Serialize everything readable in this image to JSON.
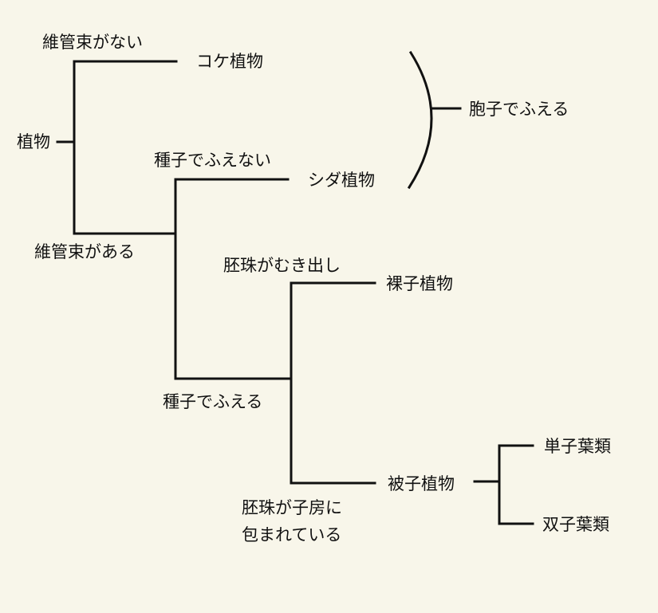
{
  "diagram": {
    "root": "植物",
    "conditions": {
      "no_vascular": "維管束がない",
      "vascular": "維管束がある",
      "no_seed": "種子でふえない",
      "seed": "種子でふえる",
      "ovule_exposed": "胚珠がむき出し",
      "ovule_enclosed_line1": "胚珠が子房に",
      "ovule_enclosed_line2": "包まれている"
    },
    "groups": {
      "moss": "コケ植物",
      "fern": "シダ植物",
      "gymnosperm": "裸子植物",
      "angiosperm": "被子植物",
      "monocot": "単子葉類",
      "dicot": "双子葉類"
    },
    "bracket_label": "胞子でふえる"
  },
  "colors": {
    "background": "#f8f6ea",
    "line": "#111111",
    "text": "#111111"
  }
}
